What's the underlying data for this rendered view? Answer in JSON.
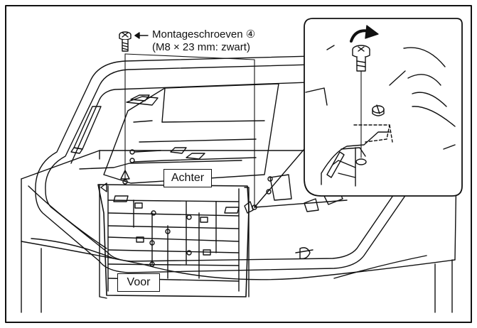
{
  "labels": {
    "screws_name": "Montageschroeven ④",
    "screws_spec": "(M8 × 23 mm: zwart)",
    "back": "Achter",
    "front": "Voor"
  },
  "icons": {
    "screw": "screw-icon",
    "rotate_arrow": "rotate-arrow-icon"
  },
  "colors": {
    "line": "#111111",
    "background": "#ffffff"
  }
}
